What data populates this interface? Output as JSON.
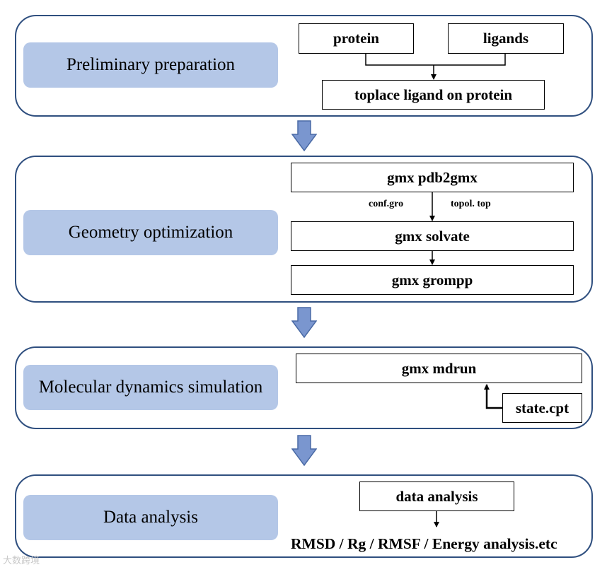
{
  "stages": [
    {
      "label": "Preliminary preparation"
    },
    {
      "label": "Geometry optimization"
    },
    {
      "label": "Molecular dynamics simulation"
    },
    {
      "label": "Data analysis"
    }
  ],
  "prep": {
    "protein": "protein",
    "ligands": "ligands",
    "place": "toplace ligand on protein"
  },
  "geom": {
    "pdb2gmx": "gmx  pdb2gmx",
    "conf": "conf.gro",
    "topol": "topol. top",
    "solvate": "gmx solvate",
    "grompp": "gmx grompp"
  },
  "md": {
    "mdrun": "gmx mdrun",
    "state": "state.cpt"
  },
  "analysis": {
    "data": "data analysis",
    "result": "RMSD / Rg / RMSF / Energy analysis.etc"
  },
  "watermark": "大数跨境",
  "colors": {
    "stage_border": "#2f4f7f",
    "label_fill": "#b4c7e7",
    "arrow_fill": "#7a96cf",
    "arrow_stroke": "#4a6aa5"
  }
}
